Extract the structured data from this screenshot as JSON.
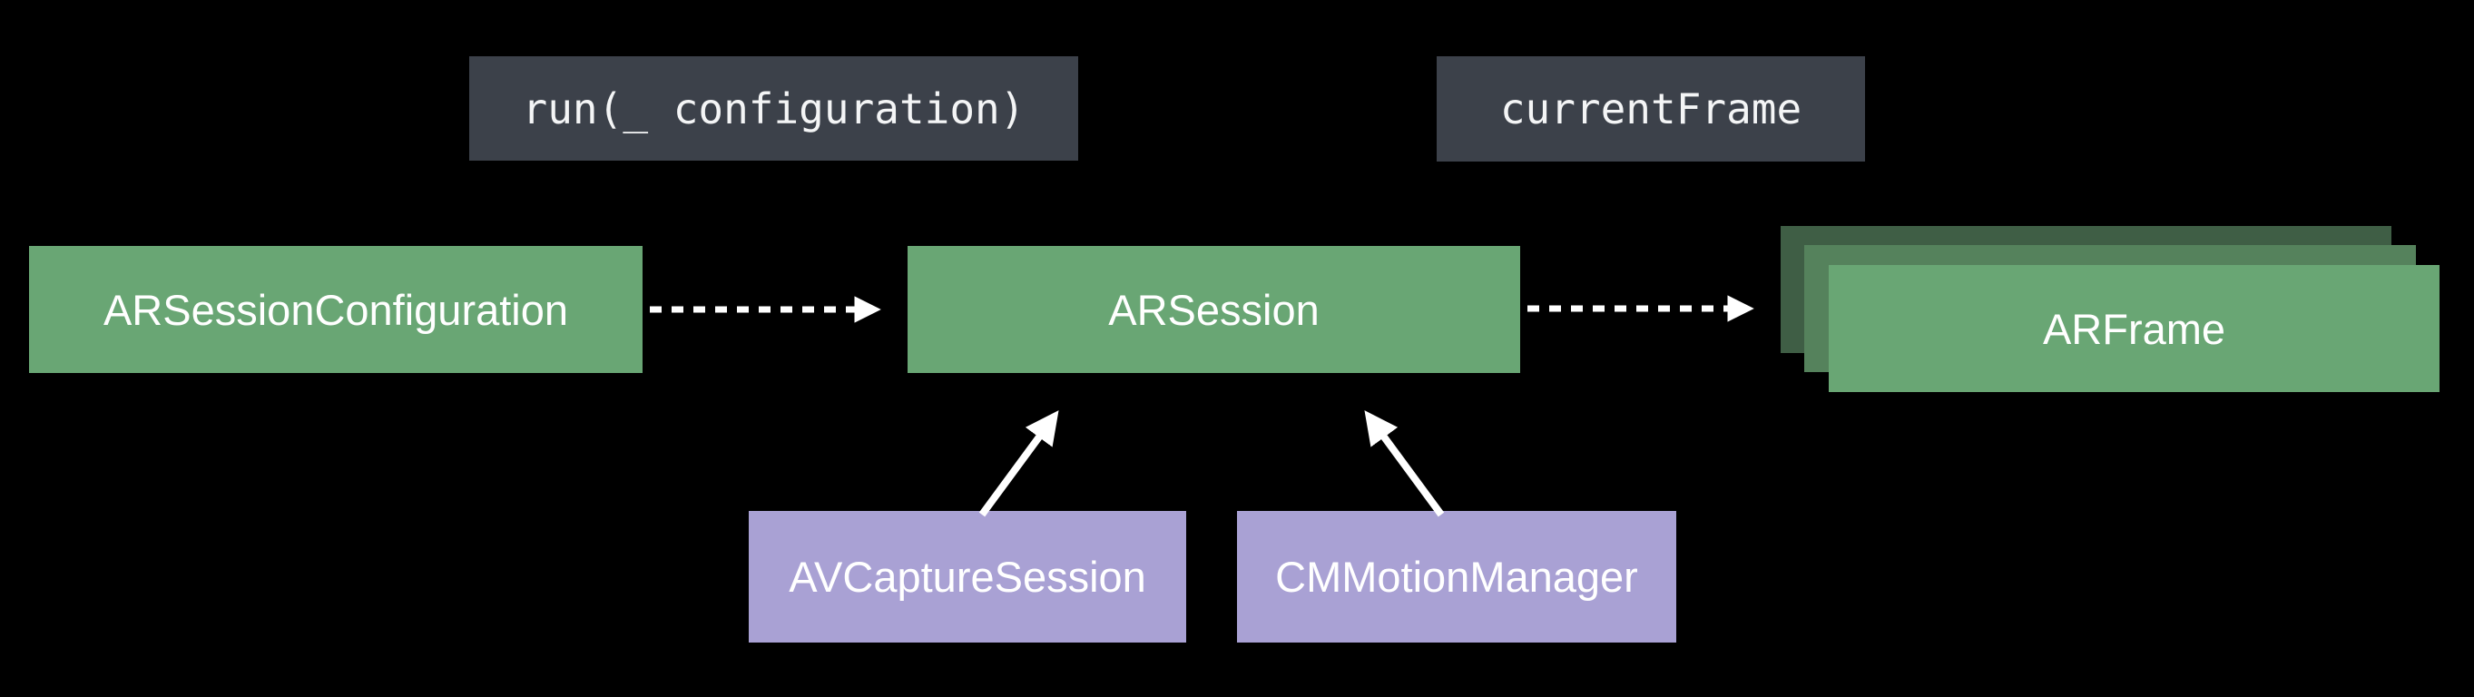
{
  "colors": {
    "background": "#000000",
    "green-front": "#69a674",
    "green-middle": "#55825c",
    "green-back": "#3f5e45",
    "purple": "#a9a1d4",
    "label-bg": "#3c414a",
    "text": "#ffffff",
    "arrow": "#ffffff"
  },
  "code_labels": {
    "run_method": "run(_ configuration)",
    "current_frame": "currentFrame"
  },
  "nodes": {
    "session_configuration": "ARSessionConfiguration",
    "session": "ARSession",
    "frame": "ARFrame",
    "capture_session": "AVCaptureSession",
    "motion_manager": "CMMotionManager"
  },
  "arrows": [
    {
      "from": "ARSessionConfiguration",
      "to": "ARSession",
      "style": "dotted"
    },
    {
      "from": "ARSession",
      "to": "ARFrame",
      "style": "dotted"
    },
    {
      "from": "AVCaptureSession",
      "to": "ARSession",
      "style": "solid"
    },
    {
      "from": "CMMotionManager",
      "to": "ARSession",
      "style": "solid"
    }
  ]
}
